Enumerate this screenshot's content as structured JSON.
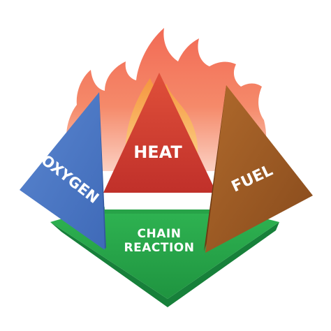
{
  "diagram": {
    "labels": {
      "heat": "HEAT",
      "oxygen": "OXYGEN",
      "fuel": "FUEL",
      "chain_line1": "CHAIN",
      "chain_line2": "REACTION"
    },
    "colors": {
      "heat": "#d23b2a",
      "oxygen": "#4a78c6",
      "fuel": "#9b5a24",
      "chain_reaction": "#2aa84a",
      "flame_outer": "#f47a62",
      "flame_inner": "#f7b24a"
    }
  }
}
